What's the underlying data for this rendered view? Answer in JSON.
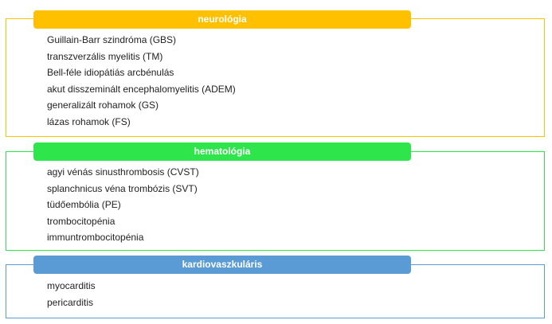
{
  "groups": [
    {
      "title": "neurológia",
      "color": "#FFC000",
      "items": [
        "Guillain-Barr szindróma (GBS)",
        "transzverzális myelitis (TM)",
        "Bell-féle idiopátiás arcbénulás",
        "akut disszeminált encephalomyelitis (ADEM)",
        "generalizált rohamok (GS)",
        "lázas rohamok (FS)"
      ]
    },
    {
      "title": "hematológia",
      "color": "#2EE64B",
      "items": [
        "agyi vénás sinusthrombosis (CVST)",
        "splanchnicus véna trombózis (SVT)",
        "tüdőembólia (PE)",
        "trombocitopénia",
        "immuntrombocitopénia"
      ]
    },
    {
      "title": "kardiovaszkuláris",
      "color": "#5B9BD5",
      "items": [
        "myocarditis",
        "pericarditis"
      ]
    }
  ]
}
